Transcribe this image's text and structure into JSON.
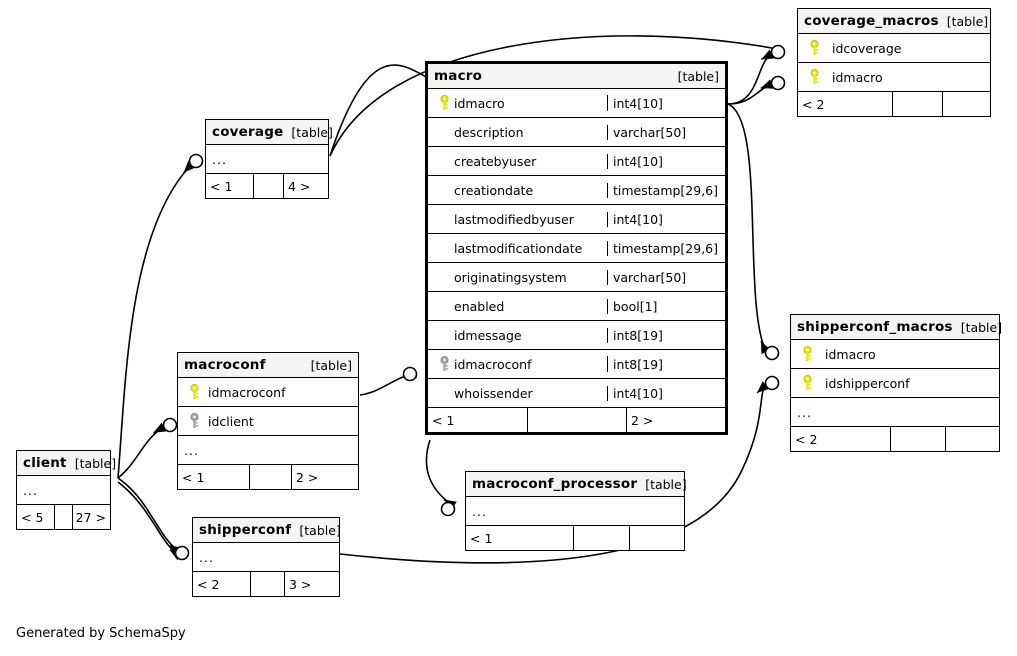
{
  "diagram": {
    "credit": "Generated by SchemaSpy",
    "table_tag": "[table]",
    "ellipsis": "...",
    "accent_key_pk": "#e8e800",
    "accent_key_fk": "#a0a0a0",
    "header_bg": "#f4f4f4",
    "line_color": "#000000"
  },
  "tables": {
    "macro": {
      "name": "macro",
      "tag": "[table]",
      "columns": [
        {
          "key": "pk",
          "name": "idmacro",
          "type": "int4[10]"
        },
        {
          "key": "none",
          "name": "description",
          "type": "varchar[50]"
        },
        {
          "key": "none",
          "name": "createbyuser",
          "type": "int4[10]"
        },
        {
          "key": "none",
          "name": "creationdate",
          "type": "timestamp[29,6]"
        },
        {
          "key": "none",
          "name": "lastmodifiedbyuser",
          "type": "int4[10]"
        },
        {
          "key": "none",
          "name": "lastmodificationdate",
          "type": "timestamp[29,6]"
        },
        {
          "key": "none",
          "name": "originatingsystem",
          "type": "varchar[50]"
        },
        {
          "key": "none",
          "name": "enabled",
          "type": "bool[1]"
        },
        {
          "key": "none",
          "name": "idmessage",
          "type": "int8[19]"
        },
        {
          "key": "fk",
          "name": "idmacroconf",
          "type": "int8[19]"
        },
        {
          "key": "none",
          "name": "whoissender",
          "type": "int4[10]"
        }
      ],
      "footer": {
        "left": "< 1",
        "middle": "",
        "right": "2 >"
      }
    },
    "coverage_macros": {
      "name": "coverage_macros",
      "tag": "[table]",
      "columns": [
        {
          "key": "pk",
          "name": "idcoverage",
          "type": ""
        },
        {
          "key": "pk",
          "name": "idmacro",
          "type": ""
        }
      ],
      "footer": {
        "left": "< 2",
        "middle": "",
        "right": ""
      }
    },
    "shipperconf_macros": {
      "name": "shipperconf_macros",
      "tag": "[table]",
      "columns": [
        {
          "key": "pk",
          "name": "idmacro",
          "type": ""
        },
        {
          "key": "pk",
          "name": "idshipperconf",
          "type": ""
        }
      ],
      "has_ellipsis": true,
      "footer": {
        "left": "< 2",
        "middle": "",
        "right": ""
      }
    },
    "coverage": {
      "name": "coverage",
      "tag": "[table]",
      "columns": [],
      "has_ellipsis": true,
      "footer": {
        "left": "< 1",
        "middle": "",
        "right": "4 >"
      }
    },
    "macroconf": {
      "name": "macroconf",
      "tag": "[table]",
      "columns": [
        {
          "key": "pk",
          "name": "idmacroconf",
          "type": ""
        },
        {
          "key": "fk",
          "name": "idclient",
          "type": ""
        }
      ],
      "has_ellipsis": true,
      "footer": {
        "left": "< 1",
        "middle": "",
        "right": "2 >"
      }
    },
    "client": {
      "name": "client",
      "tag": "[table]",
      "columns": [],
      "has_ellipsis": true,
      "footer": {
        "left": "< 5",
        "middle": "",
        "right": "27 >"
      }
    },
    "shipperconf": {
      "name": "shipperconf",
      "tag": "[table]",
      "columns": [],
      "has_ellipsis": true,
      "footer": {
        "left": "< 2",
        "middle": "",
        "right": "3 >"
      }
    },
    "macroconf_processor": {
      "name": "macroconf_processor",
      "tag": "[table]",
      "columns": [],
      "has_ellipsis": true,
      "footer": {
        "left": "< 1",
        "middle": "",
        "right": ""
      }
    }
  }
}
